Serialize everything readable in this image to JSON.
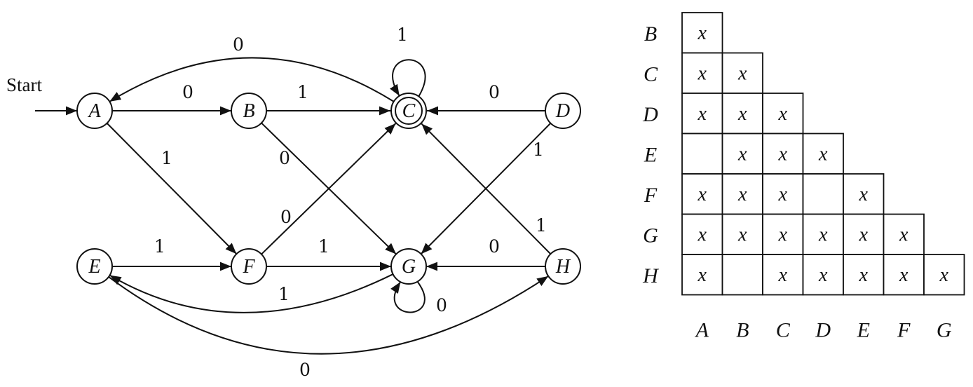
{
  "diagram": {
    "start_label": "Start",
    "states": [
      {
        "id": "A",
        "label": "A",
        "accepting": false
      },
      {
        "id": "B",
        "label": "B",
        "accepting": false
      },
      {
        "id": "C",
        "label": "C",
        "accepting": true
      },
      {
        "id": "D",
        "label": "D",
        "accepting": false
      },
      {
        "id": "E",
        "label": "E",
        "accepting": false
      },
      {
        "id": "F",
        "label": "F",
        "accepting": false
      },
      {
        "id": "G",
        "label": "G",
        "accepting": false
      },
      {
        "id": "H",
        "label": "H",
        "accepting": false
      }
    ],
    "start_state": "A",
    "transitions": [
      {
        "from": "A",
        "to": "B",
        "label": "0"
      },
      {
        "from": "A",
        "to": "F",
        "label": "1"
      },
      {
        "from": "B",
        "to": "C",
        "label": "1"
      },
      {
        "from": "B",
        "to": "G",
        "label": "0"
      },
      {
        "from": "C",
        "to": "A",
        "label": "0"
      },
      {
        "from": "C",
        "to": "C",
        "label": "1"
      },
      {
        "from": "D",
        "to": "C",
        "label": "0"
      },
      {
        "from": "D",
        "to": "G",
        "label": "1"
      },
      {
        "from": "E",
        "to": "F",
        "label": "1"
      },
      {
        "from": "E",
        "to": "H",
        "label": "0"
      },
      {
        "from": "F",
        "to": "C",
        "label": "0"
      },
      {
        "from": "F",
        "to": "G",
        "label": "1"
      },
      {
        "from": "G",
        "to": "E",
        "label": "1"
      },
      {
        "from": "G",
        "to": "G",
        "label": "0"
      },
      {
        "from": "H",
        "to": "G",
        "label": "0"
      },
      {
        "from": "H",
        "to": "C",
        "label": "1"
      }
    ]
  },
  "table": {
    "rows": [
      "B",
      "C",
      "D",
      "E",
      "F",
      "G",
      "H"
    ],
    "columns": [
      "A",
      "B",
      "C",
      "D",
      "E",
      "F",
      "G"
    ],
    "mark": "x",
    "cells": [
      [
        "x"
      ],
      [
        "x",
        "x"
      ],
      [
        "x",
        "x",
        "x"
      ],
      [
        "",
        "x",
        "x",
        "x"
      ],
      [
        "x",
        "x",
        "x",
        "",
        "x"
      ],
      [
        "x",
        "x",
        "x",
        "x",
        "x",
        "x"
      ],
      [
        "x",
        "",
        "x",
        "x",
        "x",
        "x",
        "x"
      ]
    ]
  }
}
